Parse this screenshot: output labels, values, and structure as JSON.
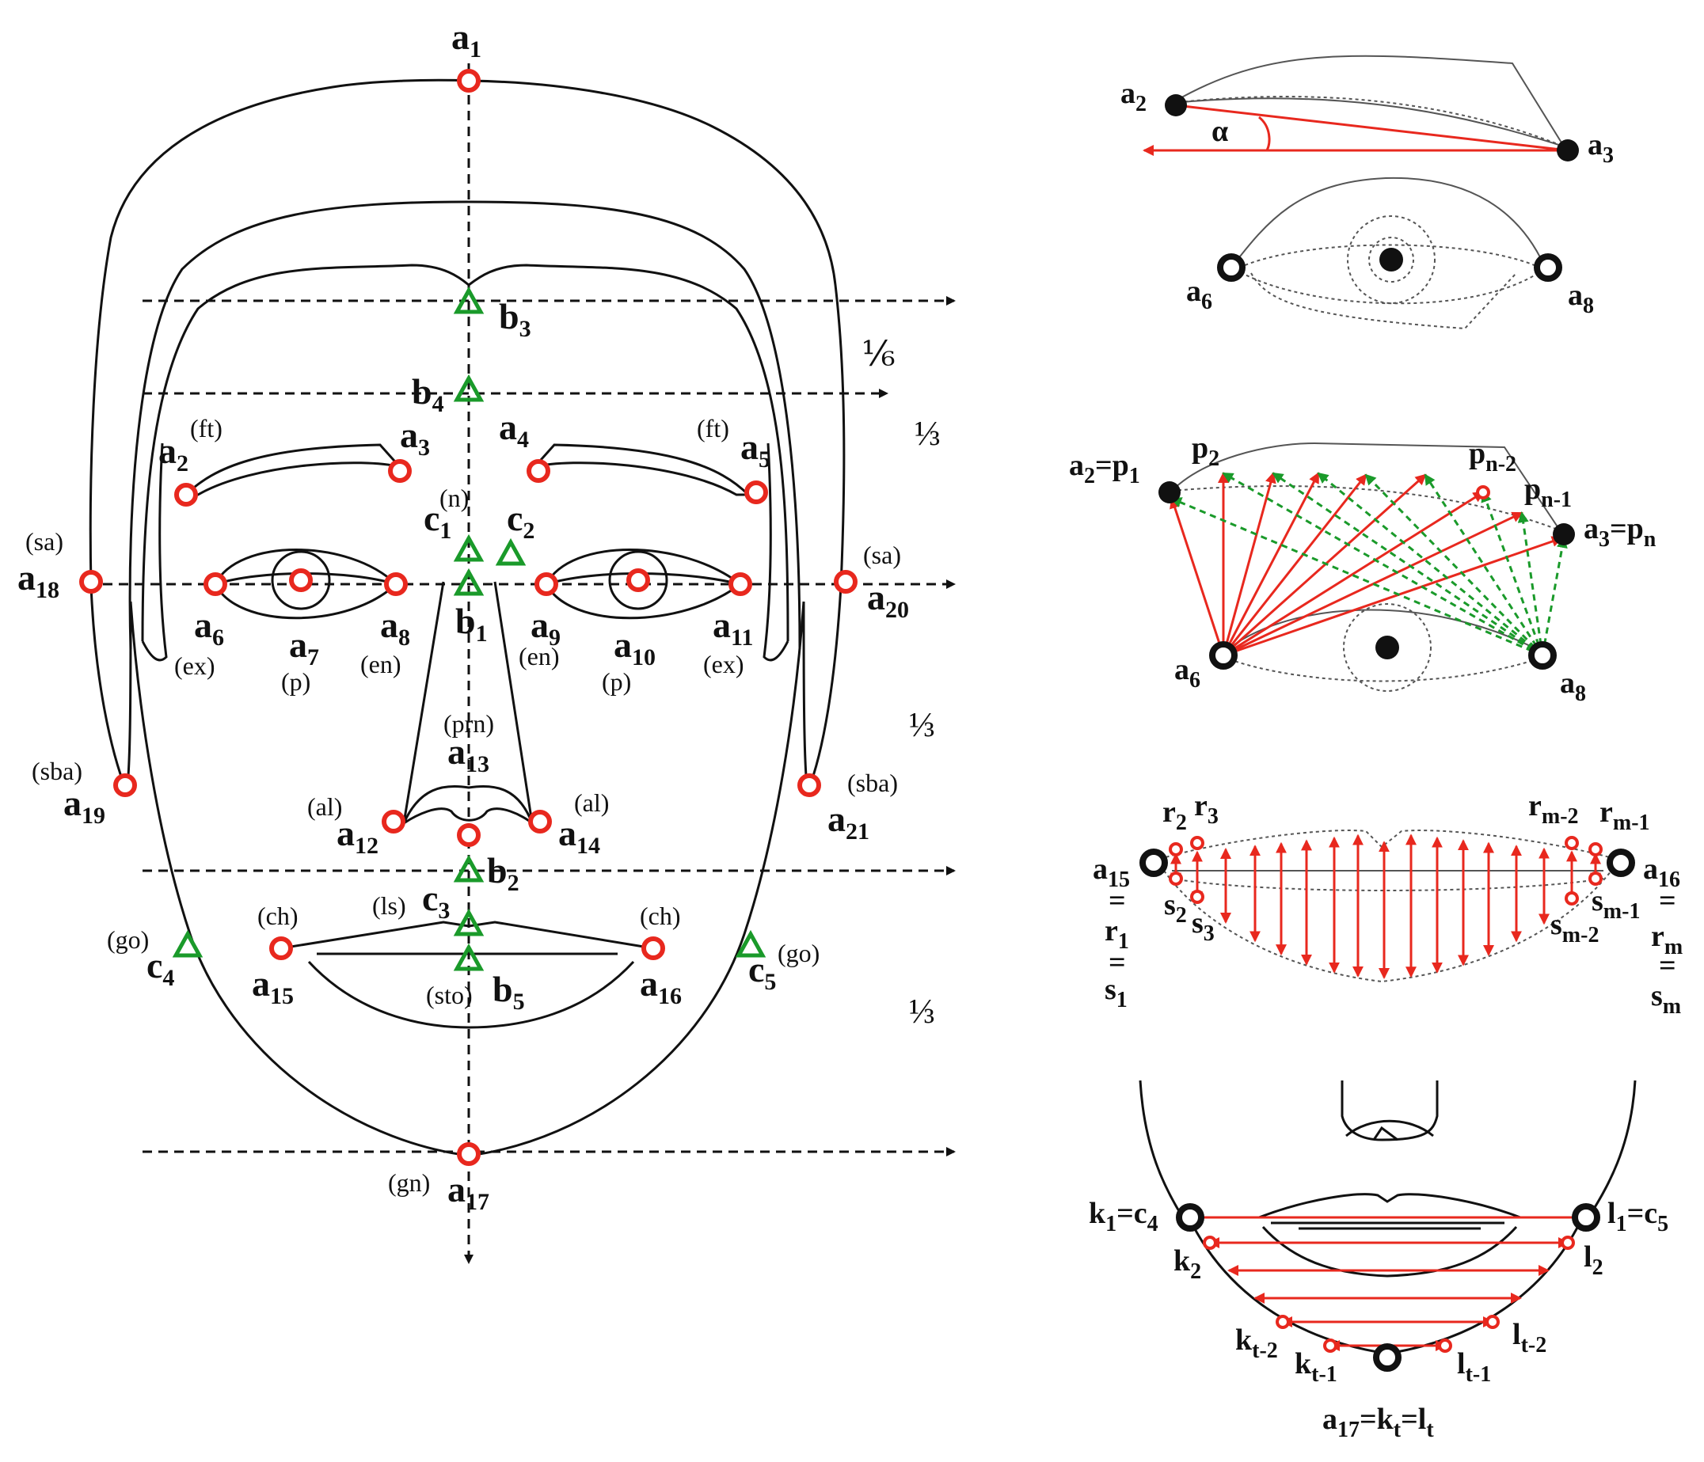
{
  "colors": {
    "landmark_red": "#e8281e",
    "landmark_green": "#1a9a2a",
    "line": "#111111"
  },
  "main_face": {
    "labels": {
      "a1": {
        "base": "a",
        "sub": "1"
      },
      "a2": {
        "base": "a",
        "sub": "2",
        "note": "(ft)"
      },
      "a3": {
        "base": "a",
        "sub": "3"
      },
      "a4": {
        "base": "a",
        "sub": "4"
      },
      "a5": {
        "base": "a",
        "sub": "5",
        "note": "(ft)"
      },
      "a6": {
        "base": "a",
        "sub": "6",
        "note": "(ex)"
      },
      "a7": {
        "base": "a",
        "sub": "7",
        "note": "(p)"
      },
      "a8": {
        "base": "a",
        "sub": "8",
        "note": "(en)"
      },
      "a9": {
        "base": "a",
        "sub": "9",
        "note": "(en)"
      },
      "a10": {
        "base": "a",
        "sub": "10",
        "note": "(p)"
      },
      "a11": {
        "base": "a",
        "sub": "11",
        "note": "(ex)"
      },
      "a12": {
        "base": "a",
        "sub": "12",
        "note": "(al)"
      },
      "a13": {
        "base": "a",
        "sub": "13",
        "note": "(prn)"
      },
      "a14": {
        "base": "a",
        "sub": "14",
        "note": "(al)"
      },
      "a15": {
        "base": "a",
        "sub": "15",
        "note": "(ch)"
      },
      "a16": {
        "base": "a",
        "sub": "16",
        "note": "(ch)"
      },
      "a17": {
        "base": "a",
        "sub": "17",
        "note": "(gn)"
      },
      "a18": {
        "base": "a",
        "sub": "18",
        "note": "(sa)"
      },
      "a19": {
        "base": "a",
        "sub": "19",
        "note": "(sba)"
      },
      "a20": {
        "base": "a",
        "sub": "20",
        "note": "(sa)"
      },
      "a21": {
        "base": "a",
        "sub": "21",
        "note": "(sba)"
      },
      "b1": {
        "base": "b",
        "sub": "1"
      },
      "b2": {
        "base": "b",
        "sub": "2"
      },
      "b3": {
        "base": "b",
        "sub": "3"
      },
      "b4": {
        "base": "b",
        "sub": "4"
      },
      "b5": {
        "base": "b",
        "sub": "5",
        "note": "(sto)"
      },
      "c1": {
        "base": "c",
        "sub": "1",
        "note": "(n)"
      },
      "c2": {
        "base": "c",
        "sub": "2"
      },
      "c3": {
        "base": "c",
        "sub": "3",
        "note": "(ls)"
      },
      "c4": {
        "base": "c",
        "sub": "4",
        "note": "(go)"
      },
      "c5": {
        "base": "c",
        "sub": "5",
        "note": "(go)"
      }
    },
    "fractions": [
      "⅙",
      "⅓",
      "⅓",
      "⅓"
    ]
  },
  "panel_eyebrow": {
    "a2": {
      "base": "a",
      "sub": "2"
    },
    "a3": {
      "base": "a",
      "sub": "3"
    },
    "alpha": "α",
    "a6": {
      "base": "a",
      "sub": "6"
    },
    "a8": {
      "base": "a",
      "sub": "8"
    }
  },
  "panel_eye": {
    "a2p1": {
      "base": "a",
      "sub": "2",
      "eq": "=p",
      "eqsub": "1"
    },
    "p2": {
      "base": "p",
      "sub": "2"
    },
    "pn2": {
      "base": "p",
      "sub": "n-2"
    },
    "pn1": {
      "base": "p",
      "sub": "n-1"
    },
    "a3pn": {
      "base": "a",
      "sub": "3",
      "eq": "=p",
      "eqsub": "n"
    },
    "a6": {
      "base": "a",
      "sub": "6"
    },
    "a8": {
      "base": "a",
      "sub": "8"
    }
  },
  "panel_lips": {
    "r2": {
      "base": "r",
      "sub": "2"
    },
    "r3": {
      "base": "r",
      "sub": "3"
    },
    "rm2": {
      "base": "r",
      "sub": "m-2"
    },
    "rm1": {
      "base": "r",
      "sub": "m-1"
    },
    "s2": {
      "base": "s",
      "sub": "2"
    },
    "s3": {
      "base": "s",
      "sub": "3"
    },
    "sm2": {
      "base": "s",
      "sub": "m-2"
    },
    "sm1": {
      "base": "s",
      "sub": "m-1"
    },
    "a15": {
      "base": "a",
      "sub": "15"
    },
    "r1": {
      "base": "r",
      "sub": "1"
    },
    "s1": {
      "base": "s",
      "sub": "1"
    },
    "a16": {
      "base": "a",
      "sub": "16"
    },
    "rm": {
      "base": "r",
      "sub": "m"
    },
    "sm": {
      "base": "s",
      "sub": "m"
    },
    "eq": "="
  },
  "panel_jaw": {
    "k1c4": {
      "base": "k",
      "sub": "1",
      "eq": "=c",
      "eqsub": "4"
    },
    "l1c5": {
      "base": "l",
      "sub": "1",
      "eq": "=c",
      "eqsub": "5"
    },
    "k2": {
      "base": "k",
      "sub": "2"
    },
    "l2": {
      "base": "l",
      "sub": "2"
    },
    "kt2": {
      "base": "k",
      "sub": "t-2"
    },
    "lt2": {
      "base": "l",
      "sub": "t-2"
    },
    "kt1": {
      "base": "k",
      "sub": "t-1"
    },
    "lt1": {
      "base": "l",
      "sub": "t-1"
    },
    "a17": {
      "base": "a",
      "sub": "17",
      "eq": "=k",
      "eqsub": "t",
      "eq2": "=l",
      "eq2sub": "t"
    }
  }
}
